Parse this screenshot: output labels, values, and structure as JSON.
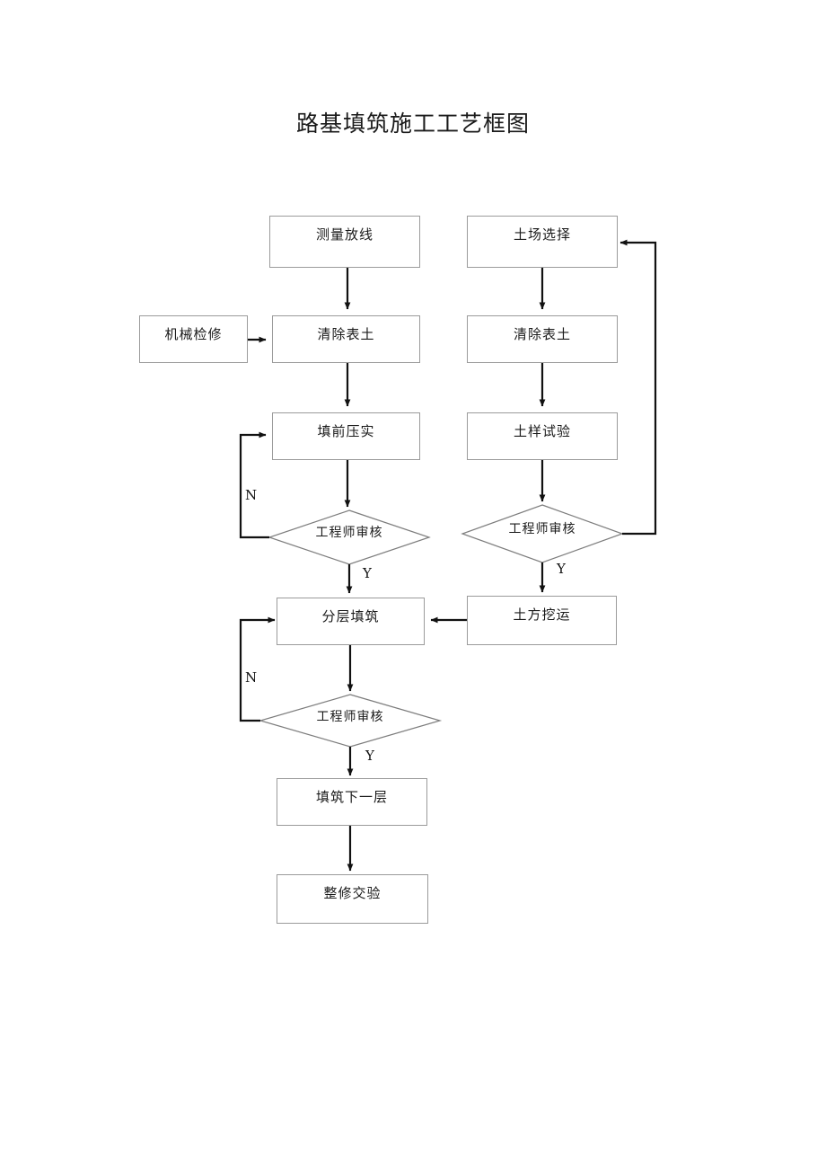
{
  "title": "路基填筑施工工艺框图",
  "nodes": {
    "survey_layout": {
      "label": "测量放线",
      "shape": "rect"
    },
    "soil_source_selection": {
      "label": "土场选择",
      "shape": "rect"
    },
    "machine_maintenance": {
      "label": "机械检修",
      "shape": "rect"
    },
    "clear_topsoil_left": {
      "label": "清除表土",
      "shape": "rect"
    },
    "clear_topsoil_right": {
      "label": "清除表土",
      "shape": "rect"
    },
    "pre_fill_compaction": {
      "label": "填前压实",
      "shape": "rect"
    },
    "soil_sample_test": {
      "label": "土样试验",
      "shape": "rect"
    },
    "engineer_review_1": {
      "label": "工程师审核",
      "shape": "diamond"
    },
    "engineer_review_2": {
      "label": "工程师审核",
      "shape": "diamond"
    },
    "engineer_review_3": {
      "label": "工程师审核",
      "shape": "diamond"
    },
    "layered_filling": {
      "label": "分层填筑",
      "shape": "rect"
    },
    "earthwork_excavation": {
      "label": "土方挖运",
      "shape": "rect"
    },
    "fill_next_layer": {
      "label": "填筑下一层",
      "shape": "rect"
    },
    "repair_and_acceptance": {
      "label": "整修交验",
      "shape": "rect"
    }
  },
  "edge_labels": {
    "no_1": "N",
    "yes_1": "Y",
    "yes_2": "Y",
    "no_3": "N",
    "yes_3": "Y"
  },
  "colors": {
    "box_border": "#9b9b9b",
    "arrow": "#111111",
    "text": "#1a1a1a",
    "background": "#ffffff"
  }
}
